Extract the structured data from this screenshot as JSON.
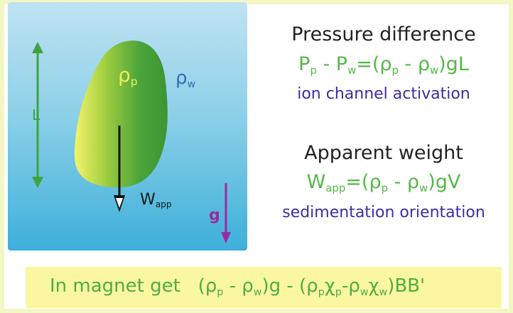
{
  "panel": {
    "length_label": "L",
    "rho_p": "ρ",
    "rho_p_sub": "p",
    "rho_w": "ρ",
    "rho_w_sub": "w",
    "weight_label": "W",
    "weight_sub": "app",
    "gravity_label": "g"
  },
  "pressure": {
    "title": "Pressure difference",
    "eq_p": "P",
    "eq_p_sub": "p",
    "eq_minus1": " - P",
    "eq_w_sub": "w",
    "eq_mid": "=(ρ",
    "eq_mid_sub": "p",
    "eq_minus2": " - ρ",
    "eq_w2_sub": "w",
    "eq_end": ")gL",
    "note": "ion channel activation"
  },
  "weight": {
    "title": "Apparent weight",
    "eq_w": "W",
    "eq_w_sub": "app",
    "eq_mid": "=(ρ",
    "eq_mid_sub": "p",
    "eq_minus": " - ρ",
    "eq_w2_sub": "w",
    "eq_end": ")gV",
    "note": "sedimentation orientation"
  },
  "magnet": {
    "prefix": "In magnet get",
    "t1": "(ρ",
    "t1_sub": "p",
    "t2": " - ρ",
    "t2_sub": "w",
    "t3": ")g - (ρ",
    "t3_sub": "p",
    "t4": "χ",
    "t4_sub": "p",
    "t5": "-ρ",
    "t5_sub": "w",
    "t6": "χ",
    "t6_sub": "w",
    "t7": ")BB'"
  },
  "colors": {
    "frame": "#f2f7c4",
    "green": "#55b848",
    "blue_text": "#3a2ea3",
    "purple": "#9b2aa0",
    "yellow_box": "#fbf7a0"
  }
}
